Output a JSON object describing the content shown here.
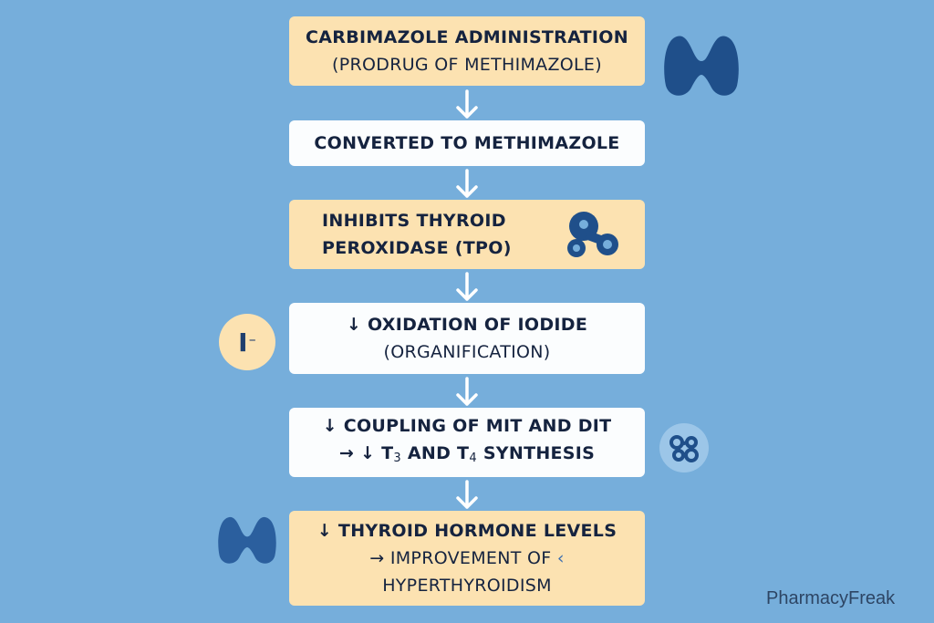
{
  "steps": [
    {
      "line1": "CARBIMAZOLE ADMINISTRATION",
      "line2": "(PRODRUG OF METHIMAZOLE)"
    },
    {
      "line1": "CONVERTED TO METHIMAZOLE"
    },
    {
      "line1": "INHIBITS THYROID",
      "line2": "PEROXIDASE (TPO)"
    },
    {
      "line1": "↓ OXIDATION OF IODIDE",
      "line2": "(ORGANIFICATION)"
    },
    {
      "line1": "↓ COUPLING OF MIT AND DIT",
      "line2_pre": "→ ↓ T",
      "sub3": "3",
      "line2_mid": " AND T",
      "sub4": "4",
      "line2_post": " SYNTHESIS"
    },
    {
      "line1": "↓ THYROID HORMONE LEVELS",
      "line2": "→ IMPROVEMENT OF",
      "line3": "HYPERTHYROIDISM"
    }
  ],
  "iodide_symbol": "I",
  "iodide_charge": "⁻",
  "brand": "PharmacyFreak",
  "icons": [
    "thyroid-icon",
    "enzyme-icon",
    "iodide-icon",
    "molecule-icon",
    "thyroid-icon"
  ],
  "colors": {
    "background": "#76aedb",
    "tan": "#fce2b1",
    "white": "#fbfdfe",
    "text": "#15233f",
    "icon": "#1f4f8a"
  }
}
